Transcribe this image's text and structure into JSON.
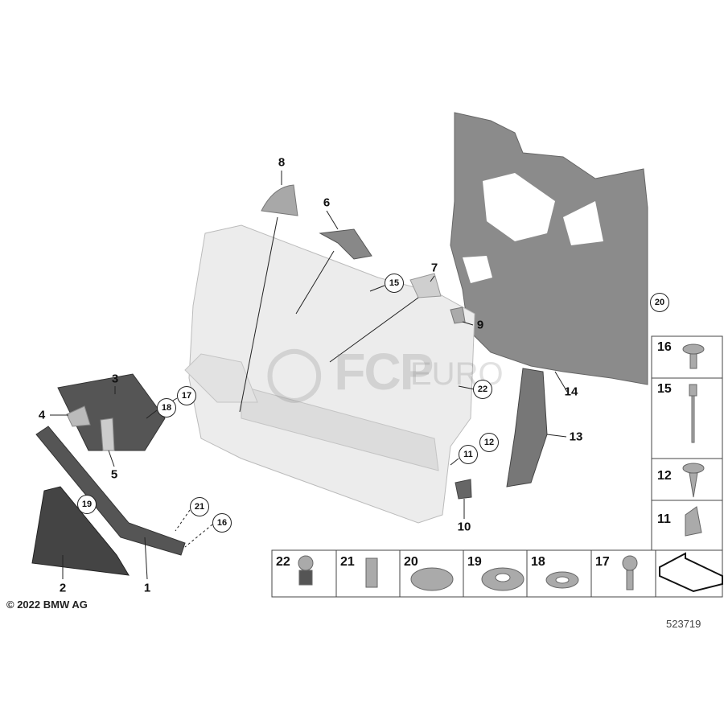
{
  "diagram": {
    "copyright": "© 2022 BMW AG",
    "reference_number": "523719",
    "watermark": {
      "main": "FCP",
      "suffix": "EURO"
    },
    "callouts_plain": [
      "1",
      "2",
      "3",
      "4",
      "5",
      "6",
      "7",
      "8",
      "9",
      "10",
      "13",
      "14"
    ],
    "callouts_circled": [
      "11",
      "12",
      "15",
      "16",
      "17",
      "18",
      "19",
      "20",
      "21",
      "22"
    ],
    "parts_table_right": [
      "16",
      "15",
      "12",
      "11"
    ],
    "parts_table_bottom": [
      "22",
      "21",
      "20",
      "19",
      "18",
      "17"
    ]
  }
}
